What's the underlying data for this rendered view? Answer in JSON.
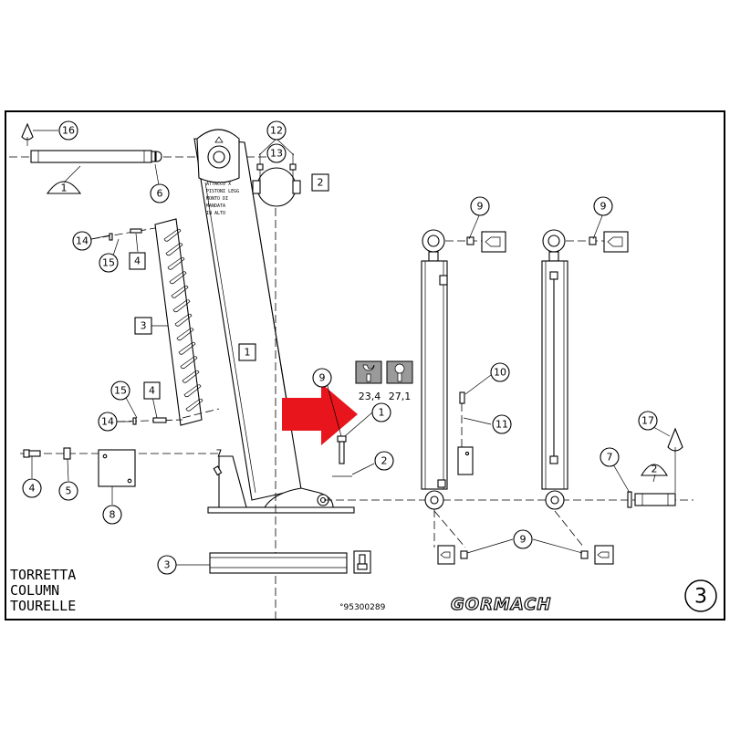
{
  "title": {
    "it": "TORRETTA",
    "en": "COLUMN",
    "fr": "TOURELLE"
  },
  "drawing_code": "°95300289",
  "brand": "GORMACH",
  "page_number": "3",
  "torque_values": [
    "23,4",
    "27,1"
  ],
  "column_plate_text": [
    "ATTACCO X",
    "PISTONI LEGG",
    "MONTO DI",
    "MANDATA",
    "IN ALTO"
  ],
  "callouts": {
    "c16": "16",
    "c1a": "1",
    "c6": "6",
    "c12": "12",
    "c13": "13",
    "b2a": "2",
    "c14a": "14",
    "c15a": "15",
    "b4a": "4",
    "b3": "3",
    "b1": "1",
    "c15b": "15",
    "b4b": "4",
    "c14b": "14",
    "c4": "4",
    "c5": "5",
    "c8": "8",
    "c3": "3",
    "c7a": "7",
    "c9a": "9",
    "c1b": "1",
    "c2a": "2",
    "c9b": "9",
    "c9c": "9",
    "c10": "10",
    "c11": "11",
    "c17": "17",
    "c2b": "2",
    "c7b": "7",
    "c9d": "9"
  },
  "colors": {
    "arrow": "#e8161c",
    "line": "#000000",
    "background": "#ffffff",
    "torque_icon": "#9a9a9a"
  },
  "icons": [
    "wrench-icon",
    "torque-wrench-icon",
    "arrow-right-icon"
  ]
}
